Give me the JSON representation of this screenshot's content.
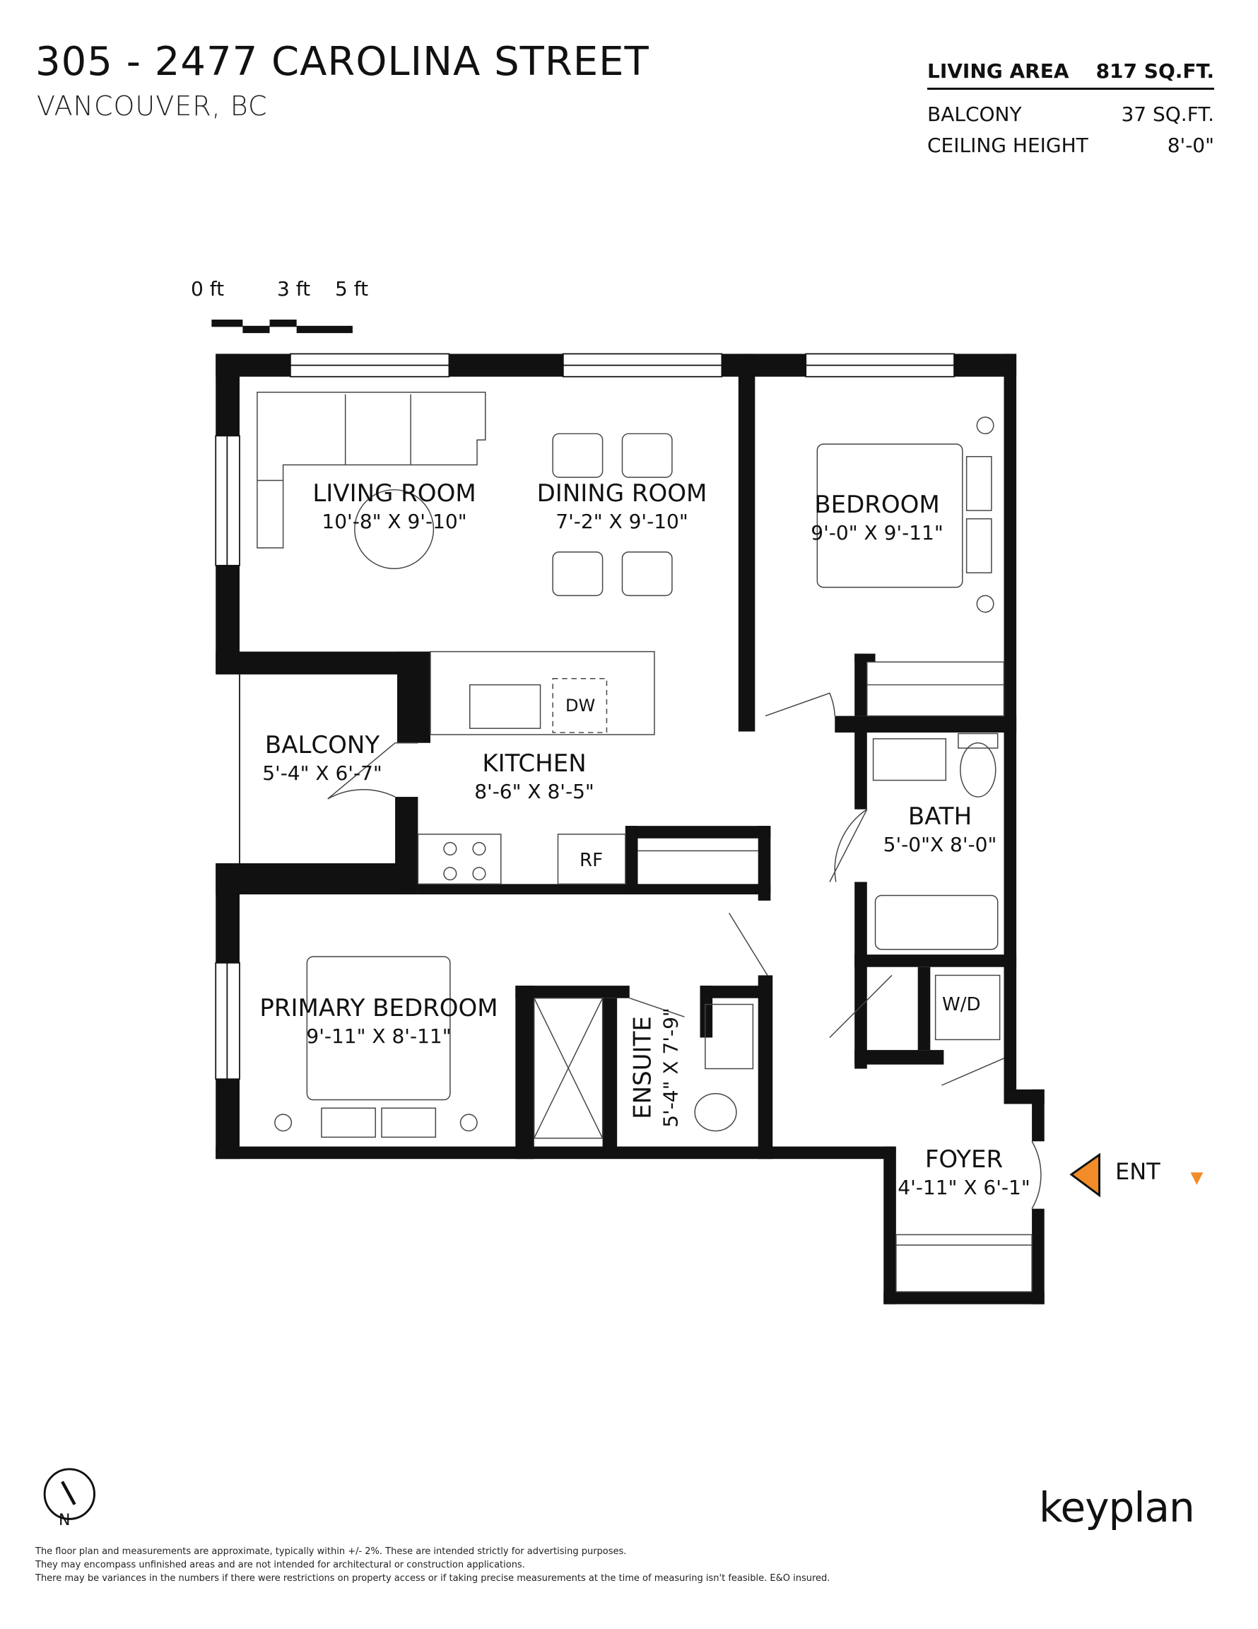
{
  "header": {
    "title": "305 - 2477 CAROLINA STREET",
    "subtitle": "VANCOUVER, BC"
  },
  "stats": [
    {
      "label": "LIVING AREA",
      "value": "817 SQ.FT."
    },
    {
      "label": "BALCONY",
      "value": "37 SQ.FT."
    },
    {
      "label": "CEILING HEIGHT",
      "value": "8'-0\""
    }
  ],
  "scale": {
    "labels": [
      "0 ft",
      "3 ft",
      "5 ft"
    ]
  },
  "rooms": [
    {
      "name": "LIVING ROOM",
      "dims": "10'-8\"  X  9'-10\""
    },
    {
      "name": "DINING ROOM",
      "dims": "7'-2\"  X  9'-10\""
    },
    {
      "name": "BEDROOM",
      "dims": "9'-0\"  X  9'-11\""
    },
    {
      "name": "BALCONY",
      "dims": "5'-4\" X 6'-7\""
    },
    {
      "name": "KITCHEN",
      "dims": "8'-6\"  X  8'-5\""
    },
    {
      "name": "BATH",
      "dims": "5'-0\"X 8'-0\""
    },
    {
      "name": "PRIMARY BEDROOM",
      "dims": "9'-11\"  X  8'-11\""
    },
    {
      "name": "ENSUITE",
      "dims": "5'-4\"  X  7'-9\""
    },
    {
      "name": "FOYER",
      "dims": "4'-11\" X  6'-1\""
    }
  ],
  "appliances": {
    "dishwasher": "DW",
    "fridge": "RF",
    "washer_dryer": "W/D"
  },
  "entrance": {
    "label": "ENT",
    "color": "#F28C28"
  },
  "compass": {
    "label": "N"
  },
  "disclaimer": [
    "The floor plan and measurements are approximate, typically within +/- 2%. These are intended strictly for advertising purposes.",
    "They may encompass unfinished areas and are not intended for architectural or construction applications.",
    "There may be variances in the numbers if there were restrictions on property access or if taking precise measurements at the time of measuring isn't feasible. E&O insured."
  ],
  "brand": {
    "name": "keyplan",
    "accent": "#F28C28"
  }
}
